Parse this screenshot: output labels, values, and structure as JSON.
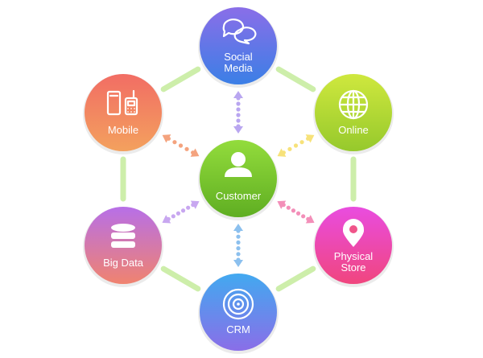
{
  "diagram": {
    "center": {
      "label": "Customer",
      "icon": "person-icon",
      "colors": [
        "#93dc3c",
        "#5fae22"
      ]
    },
    "nodes": [
      {
        "id": "social-media",
        "lines": [
          "Social",
          "Media"
        ],
        "icon": "chat-bubbles-icon",
        "colors": [
          "#8a6ee8",
          "#3b7fe6"
        ]
      },
      {
        "id": "online",
        "lines": [
          "Online"
        ],
        "icon": "globe-icon",
        "colors": [
          "#cfe83e",
          "#96c92c"
        ]
      },
      {
        "id": "physical-store",
        "lines": [
          "Physical",
          "Store"
        ],
        "icon": "map-pin-icon",
        "colors": [
          "#e94ce0",
          "#f0467e"
        ]
      },
      {
        "id": "crm",
        "lines": [
          "CRM"
        ],
        "icon": "target-icon",
        "colors": [
          "#42a9f0",
          "#8a6ee8"
        ]
      },
      {
        "id": "big-data",
        "lines": [
          "Big Data"
        ],
        "icon": "database-icon",
        "colors": [
          "#b76fe8",
          "#f0836f"
        ]
      },
      {
        "id": "mobile",
        "lines": [
          "Mobile"
        ],
        "icon": "phones-icon",
        "colors": [
          "#f26d64",
          "#f3a15e"
        ]
      }
    ],
    "connector_colors": [
      "#b9a6f0",
      "#f7e27a",
      "#f38fb9",
      "#8cc0ee",
      "#c8a7f0",
      "#f4a37e"
    ],
    "ring_color": "#cdeeaa"
  }
}
